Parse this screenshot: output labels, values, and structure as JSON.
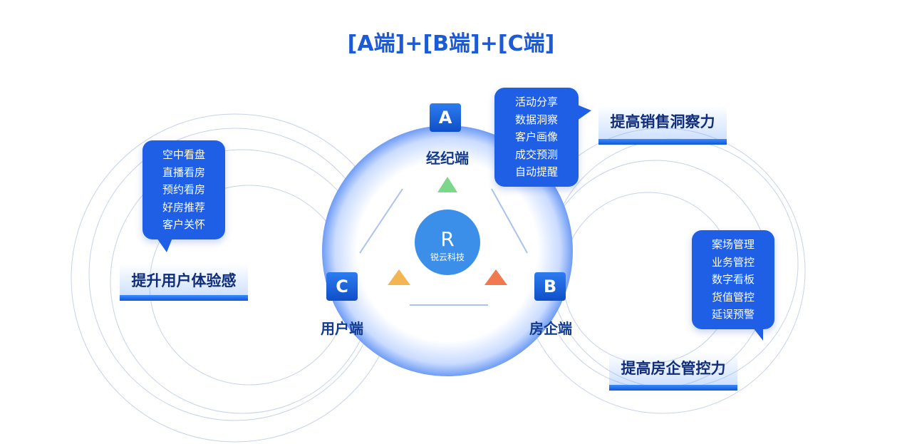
{
  "title": "[A端]+[B端]+[C端]",
  "center_logo": {
    "brand": "锐云科技"
  },
  "nodes": {
    "a": {
      "letter": "A",
      "label": "经纪端"
    },
    "b": {
      "letter": "B",
      "label": "房企端"
    },
    "c": {
      "letter": "C",
      "label": "用户端"
    }
  },
  "left": {
    "items": [
      "空中看盘",
      "直播看房",
      "预约看房",
      "好房推荐",
      "客户关怀"
    ],
    "label": "提升用户体验感"
  },
  "right_top": {
    "items": [
      "活动分享",
      "数据洞察",
      "客户画像",
      "成交预测",
      "自动提醒"
    ],
    "label": "提高销售洞察力"
  },
  "right_bottom": {
    "items": [
      "案场管理",
      "业务管控",
      "数字看板",
      "货值管控",
      "延误预警"
    ],
    "label": "提高房企管控力"
  },
  "colors": {
    "accent": "#1f5fe6",
    "title": "#1d5bd6",
    "label": "#0f2d7a"
  }
}
